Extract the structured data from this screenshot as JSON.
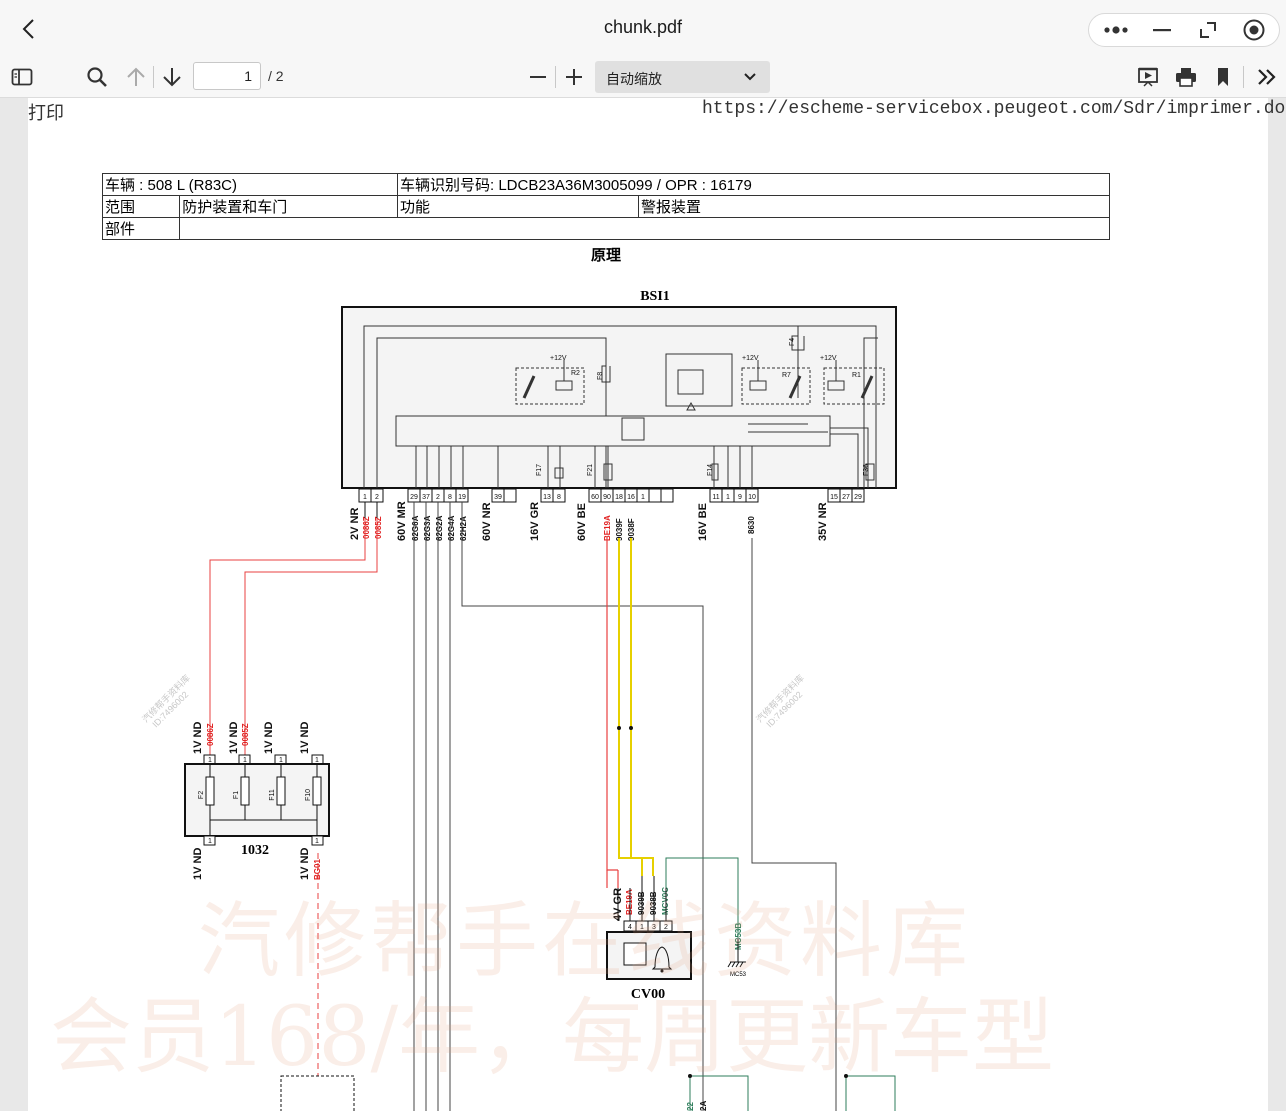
{
  "window": {
    "title": "chunk.pdf"
  },
  "toolbar": {
    "page_current": "1",
    "page_total": "/ 2",
    "zoom_label": "自动缩放"
  },
  "page": {
    "print_label": "打印",
    "url": "https://escheme-servicebox.peugeot.com/Sdr/imprimer.do",
    "vehicle": "车辆 : 508 L (R83C)",
    "vin": "车辆识别号码:   LDCB23A36M3005099 / OPR : 16179",
    "scope_label": "范围",
    "scope_value": "防护装置和车门",
    "function_label": "功能",
    "function_value": "警报装置",
    "part_label": "部件",
    "part_value": "",
    "principle": "原理"
  },
  "diagram": {
    "bsi_name": "BSI1",
    "bsi_internal": [
      "+12V",
      "R2",
      "+12V",
      "R7",
      "+12V",
      "R1",
      "F4",
      "F8",
      "F17",
      "F21",
      "F14",
      "F36"
    ],
    "bsi_pins": [
      "1",
      "2",
      "29",
      "37",
      "2",
      "8",
      "19",
      "39",
      "13",
      "8",
      "60",
      "90",
      "18",
      "16",
      "1",
      "11",
      "1",
      "9",
      "10",
      "15",
      "27",
      "29"
    ],
    "wire_colors": [
      "2V NR",
      "60V MR",
      "60V NR",
      "16V GR",
      "60V BE",
      "16V BE",
      "35V NR"
    ],
    "wire_codes": [
      "0086Z",
      "0085Z",
      "62G6A",
      "62G3A",
      "62G2A",
      "62G4A",
      "62H2A",
      "BE19A",
      "9039F",
      "9038F",
      "8630"
    ],
    "fusebox_name": "1032",
    "fusebox_top": [
      "1V ND",
      "0086Z",
      "1V ND",
      "0085Z",
      "1V ND",
      "1V ND"
    ],
    "fusebox_fuses": [
      "F2",
      "F1",
      "F11",
      "F10"
    ],
    "fusebox_bottom": [
      "1V ND",
      "1V ND",
      "BG01"
    ],
    "siren_name": "CV00",
    "siren_wires": [
      "4V GR",
      "BE19A",
      "9039B",
      "9038B",
      "MCV0C"
    ],
    "siren_pins": [
      "4",
      "1",
      "3",
      "2"
    ],
    "ground": [
      "MC53B",
      "MC53"
    ],
    "bottom_labels": [
      "22",
      "2A"
    ],
    "watermark_small": [
      "汽修帮手资料库",
      "ID:7496002"
    ],
    "watermark_line1": "汽修帮手在线资料库",
    "watermark_line2": "会员168/年，每周更新车型"
  }
}
